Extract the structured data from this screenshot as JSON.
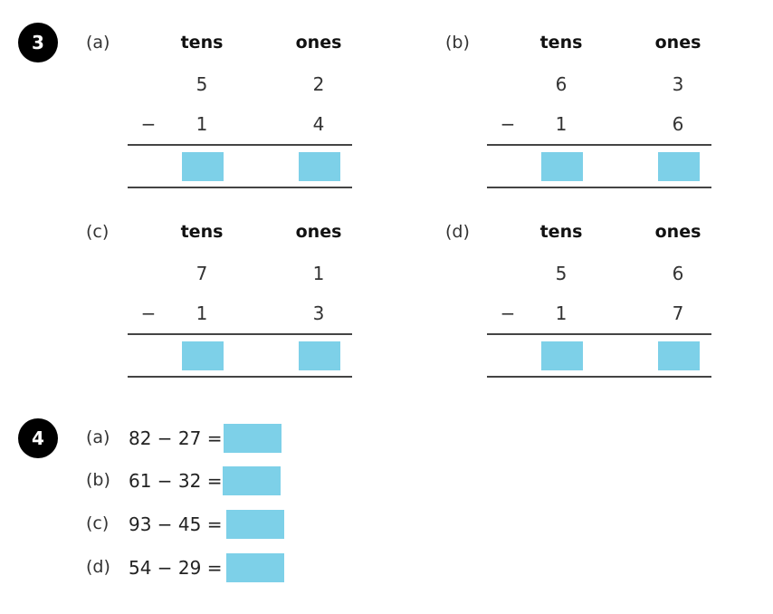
{
  "colors": {
    "answer_box": "#7dd0e8"
  },
  "q3": {
    "number": "3",
    "header_tens": "tens",
    "header_ones": "ones",
    "minus": "−",
    "problems": [
      {
        "label": "(a)",
        "top_tens": "5",
        "top_ones": "2",
        "bottom_tens": "1",
        "bottom_ones": "4"
      },
      {
        "label": "(b)",
        "top_tens": "6",
        "top_ones": "3",
        "bottom_tens": "1",
        "bottom_ones": "6"
      },
      {
        "label": "(c)",
        "top_tens": "7",
        "top_ones": "1",
        "bottom_tens": "1",
        "bottom_ones": "3"
      },
      {
        "label": "(d)",
        "top_tens": "5",
        "top_ones": "6",
        "bottom_tens": "1",
        "bottom_ones": "7"
      }
    ]
  },
  "q4": {
    "number": "4",
    "items": [
      {
        "label": "(a)",
        "equation": "82 − 27 ="
      },
      {
        "label": "(b)",
        "equation": "61 − 32 ="
      },
      {
        "label": "(c)",
        "equation": "93 − 45 ="
      },
      {
        "label": "(d)",
        "equation": "54 − 29 ="
      }
    ]
  }
}
